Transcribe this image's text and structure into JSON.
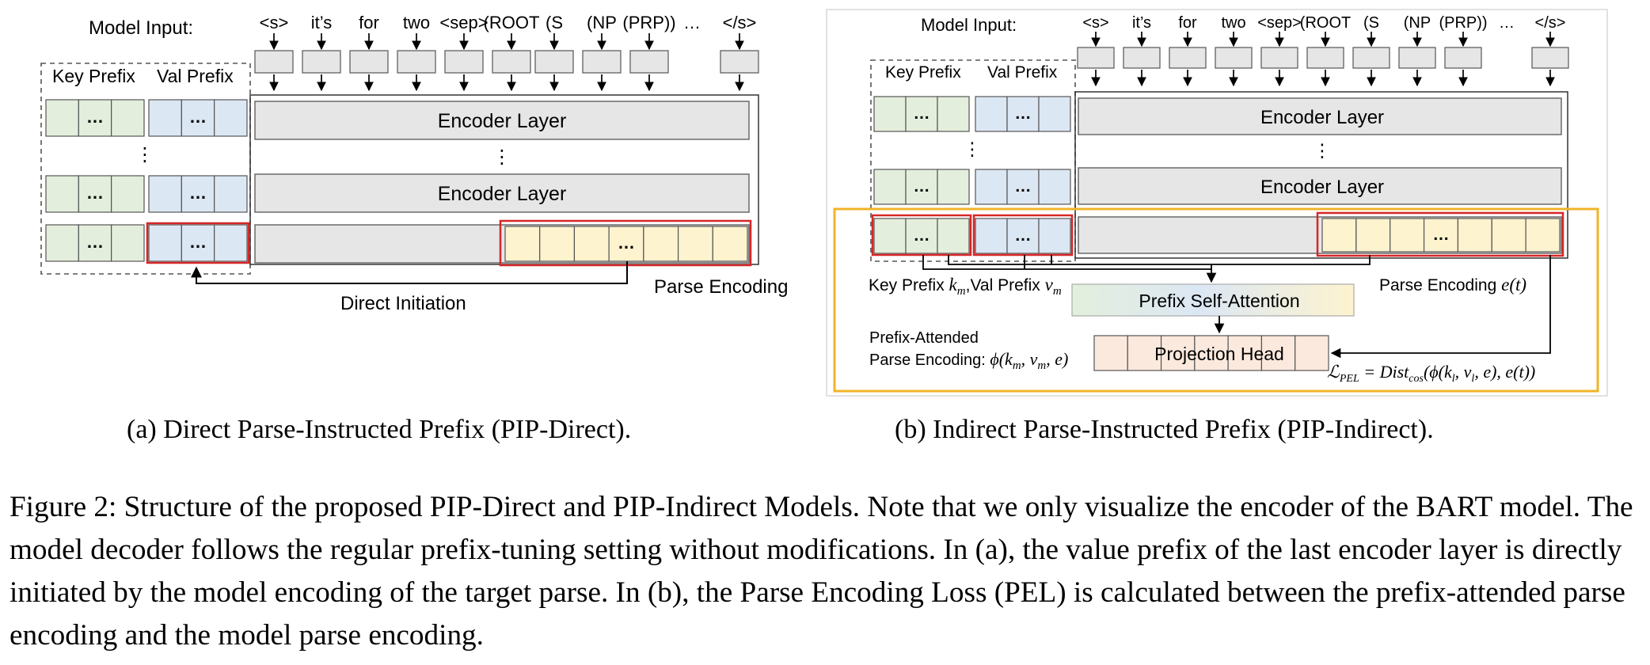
{
  "panel_a": {
    "model_input_label": "Model Input:",
    "tokens": [
      "<s>",
      "it’s",
      "for",
      "two",
      "<sep>",
      "(ROOT",
      "(S",
      "(NP",
      "(PRP))",
      "…",
      "</s>"
    ],
    "key_prefix_label": "Key Prefix",
    "val_prefix_label": "Val Prefix",
    "encoder_layer_label": "Encoder Layer",
    "ellipsis": "…",
    "vdots": "⋮",
    "parse_encoding_label": "Parse Encoding",
    "direct_initiation_label": "Direct Initiation",
    "caption": "(a) Direct Parse-Instructed Prefix (PIP-Direct)."
  },
  "panel_b": {
    "model_input_label": "Model Input:",
    "tokens": [
      "<s>",
      "it’s",
      "for",
      "two",
      "<sep>",
      "(ROOT",
      "(S",
      "(NP",
      "(PRP))",
      "…",
      "</s>"
    ],
    "key_prefix_label": "Key Prefix",
    "val_prefix_label": "Val Prefix",
    "encoder_layer_label": "Encoder Layer",
    "ellipsis": "…",
    "vdots": "⋮",
    "key_prefix_text": "Key Prefix ",
    "key_prefix_sym": "k",
    "key_prefix_sub": "m",
    "val_prefix_text": ",Val Prefix ",
    "val_prefix_sym": "v",
    "val_prefix_sub": "m",
    "parse_encoding_text": "Parse Encoding ",
    "parse_encoding_sym": "e(t)",
    "prefix_self_attention_label": "Prefix Self-Attention",
    "projection_head_label": "Projection Head",
    "prefix_attended_line1": "Prefix-Attended",
    "prefix_attended_line2": "Parse Encoding: ",
    "prefix_attended_formula": "ϕ(k",
    "prefix_attended_formula_sub": "m",
    "prefix_attended_formula_tail": ", v",
    "prefix_attended_formula_sub2": "m",
    "prefix_attended_formula_end": ", e)",
    "loss_L": "ℒ",
    "loss_sub": "PEL",
    "loss_eq": " = Dist",
    "loss_cos": "cos",
    "loss_body": "(ϕ(k",
    "loss_l1": "l",
    "loss_mid": ", v",
    "loss_l2": "l",
    "loss_end": ", e), e(t))",
    "caption": "(b) Indirect Parse-Instructed Prefix (PIP-Indirect)."
  },
  "figure_caption": "Figure 2: Structure of the proposed PIP-Direct and PIP-Indirect Models. Note that we only visualize the encoder of the BART model. The model decoder follows the regular prefix-tuning setting without modifications. In (a), the value prefix of the last encoder layer is directly initiated by the model encoding of the target parse. In (b), the Parse Encoding Loss (PEL) is calculated between the prefix-attended parse encoding and the model parse encoding.",
  "colors": {
    "key_prefix_fill": "#e3efdc",
    "val_prefix_fill": "#dce7f4",
    "encoder_fill": "#e6e6e6",
    "parse_fill": "#fdf3cf",
    "highlight_red": "#d62728",
    "highlight_orange": "#f0b429"
  }
}
